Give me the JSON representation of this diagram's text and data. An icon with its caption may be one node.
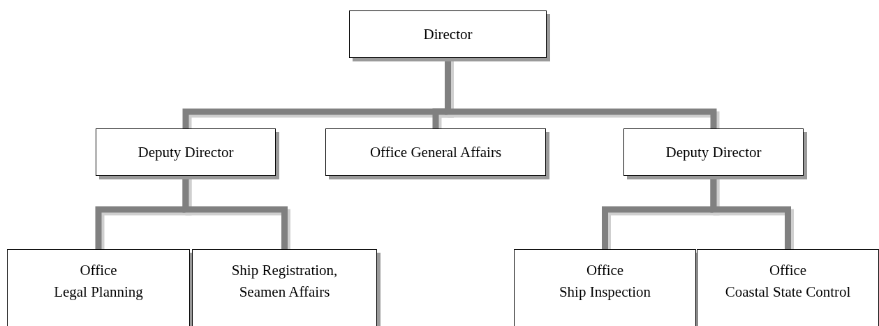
{
  "diagram": {
    "nodes": [
      {
        "text": [
          "Director"
        ]
      },
      {
        "text": [
          "Deputy Director"
        ]
      },
      {
        "text": [
          "Office General Affairs"
        ]
      },
      {
        "text": [
          "Deputy Director"
        ]
      },
      {
        "text": [
          "Office",
          "Legal Planning"
        ]
      },
      {
        "text": [
          "Ship Registration, Seamen Affairs"
        ]
      },
      {
        "text": [
          "Office",
          "Ship Inspection"
        ]
      },
      {
        "text": [
          "Office",
          "Coastal State Control"
        ]
      }
    ],
    "edges": [
      {
        "from": 0,
        "to": 1,
        "arrow": "none"
      },
      {
        "from": 0,
        "to": 2,
        "arrow": "none"
      },
      {
        "from": 0,
        "to": 3,
        "arrow": "none"
      },
      {
        "from": 1,
        "to": 4,
        "arrow": "none"
      },
      {
        "from": 1,
        "to": 5,
        "arrow": "none"
      },
      {
        "from": 3,
        "to": 6,
        "arrow": "none"
      },
      {
        "from": 3,
        "to": 7,
        "arrow": "none"
      }
    ]
  }
}
